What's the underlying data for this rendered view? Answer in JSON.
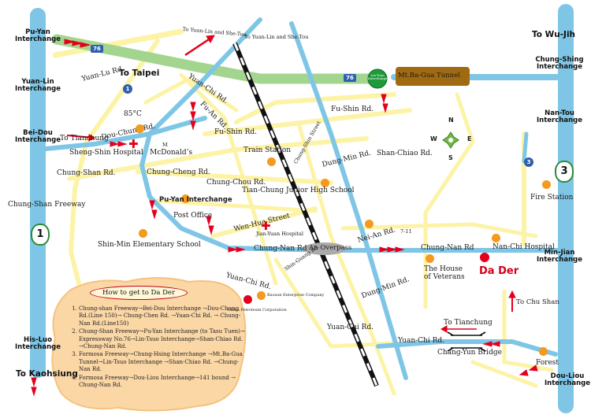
{
  "interchanges": {
    "pu_yan": "Pu-Yan Interchange",
    "yuan_lin": "Yuan-Lin Interchange",
    "bei_dou": "Bei-Dou Interchange",
    "his_luo": "His-Luo Interchange",
    "chung_shing": "Chung-Shing Interchange",
    "nan_tou": "Nan-Tou Interchange",
    "min_jian": "Min-Jian Interchange",
    "dou_liou": "Dou-Liou Interchange",
    "lin_tsuo": "Lin-Tsuo Interchange"
  },
  "destinations": {
    "to_wu_jih": "To Wu-Jih",
    "to_taipei": "To Taipei",
    "to_kaohsiung": "To Kaohsiung",
    "to_tianchung_top": "To Tianchung",
    "to_tianchung_bottom": "To Tianchung",
    "to_chu_shan": "To Chu Shan",
    "to_yuan_lin_she_tou_1": "To Yuan-Lin and She-Tou",
    "to_yuan_lin_she_tou_2": "To Yuan-Lin and She-Tou"
  },
  "highways": {
    "chung_shan_freeway": "Chung-Shan Freeway",
    "shield_1": "1",
    "shield_3": "3",
    "route_76a": "76",
    "route_76b": "76",
    "small_1": "1",
    "small_3": "3"
  },
  "tunnel": "Mt.Ba-Gua Tunnel",
  "roads": {
    "yuan_lu": "Yuan-Lu Rd.",
    "yuan_chi_top": "Yuan-Chi Rd.",
    "fu_an": "Fu-An Rd.",
    "fu_shin_mid": "Fu-Shin Rd.",
    "fu_shin_right": "Fu-Shin Rd.",
    "dou_chung": "Dou-Chung Rd.",
    "chung_shan": "Chung-Shan Rd.",
    "chung_cheng": "Chung-Cheng Rd.",
    "chung_chou": "Chung-Chou Rd.",
    "chung_shin_street": "Chung-Shin Street",
    "dung_min_top": "Dung-Min Rd.",
    "shan_chiao": "Shan-Chiao Rd.",
    "wen_hua": "Wen-Hua Street",
    "nei_an": "Nei-An Rd.",
    "chung_nan_left": "Chung-Nan Rd",
    "chung_nan_right": "Chung-Nan Rd",
    "yuan_chi_mid": "Yuan-Chi Rd.",
    "shin_guang": "Shin-Guang Rd.",
    "dung_min_bottom": "Dung-Min Rd.",
    "yuan_chi_bottom": "Yuan-Chi Rd.",
    "yuan_chi_bottom2": "Yuan-Chi Rd."
  },
  "landmarks": {
    "seven_eleven_top": "85°C",
    "sheng_shin_hospital": "Sheng-Shin Hospital",
    "mcdonalds_m": "M",
    "mcdonalds": "McDonald’s",
    "train_station": "Train Station",
    "tian_chung_junior_high": "Tian-Chung Junior High School",
    "pu_yan_interchange_mid": "Pu-Yan Interchange",
    "post_office": "Post Office",
    "jian_yuan_hospital": "Jian-Yuan Hospital",
    "shin_min_elementary": "Shin-Min Elementary School",
    "an_overpass": "An Overpass",
    "seven_eleven": "7-11",
    "nan_chi_hospital": "Nan-Chi Hospital",
    "house_of_veterans": "The House of Veterans",
    "da_der": "Da Der",
    "fire_station": "Fire Station",
    "forest": "Forest",
    "chang_yun_bridge": "Chang-Yun Bridge",
    "baosan_enterprise": "Baosan Enterprise Company",
    "china_petroleum": "China Petroleum Corporation"
  },
  "compass": {
    "n": "N",
    "s": "S",
    "e": "E",
    "w": "W"
  },
  "directions": {
    "title": "How to get to Da Der",
    "steps": [
      "Chung-shan Freeway→Bei-Dou Interchange →Dou-Chung Rd.(Line 150)→ Chung-Chen Rd. →Yuan-Chi Rd. → Chung-Nan Rd.(Line150)",
      "Chung-Shan Freeway→Pu-Yan Interchange (to Tasu Tuen)→ Expressway No.76→Lin-Tsuo Interchange→Shan-Chiao Rd. →Chung-Nan Rd.",
      "Formosa Freeway→Chung-Hsing Interchange →Mt.Ba-Gua Tunnel→Lin-Tsuo Interchange →Shan-Chiao Rd. →Chung-Nan Rd.",
      "Formosa Freeway→Dou-Liou Interchange→141 bound → Chung-Nan Rd."
    ]
  },
  "colors": {
    "freeway": "#7fc6e6",
    "minor_road": "#fdf3a6",
    "expressway": "#a3d58f",
    "route_arrow": "#e4001b",
    "landmark": "#f39a1f",
    "tunnel": "#a06a12",
    "shield": "#2e8a3a"
  }
}
